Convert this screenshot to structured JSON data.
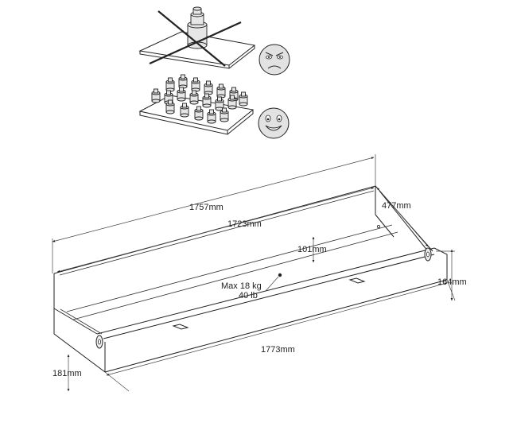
{
  "labels": {
    "outer_length": "1757mm",
    "inner_length": "1723mm",
    "depth": "477mm",
    "inner_height": "101mm",
    "height": "164mm",
    "bottom_length": "1773mm",
    "front_height": "181mm",
    "max_load_kg": "Max 18 kg",
    "max_load_lb": "40 lb"
  },
  "icons": {
    "bad": "angry-face-icon",
    "good": "smiling-face-icon"
  }
}
